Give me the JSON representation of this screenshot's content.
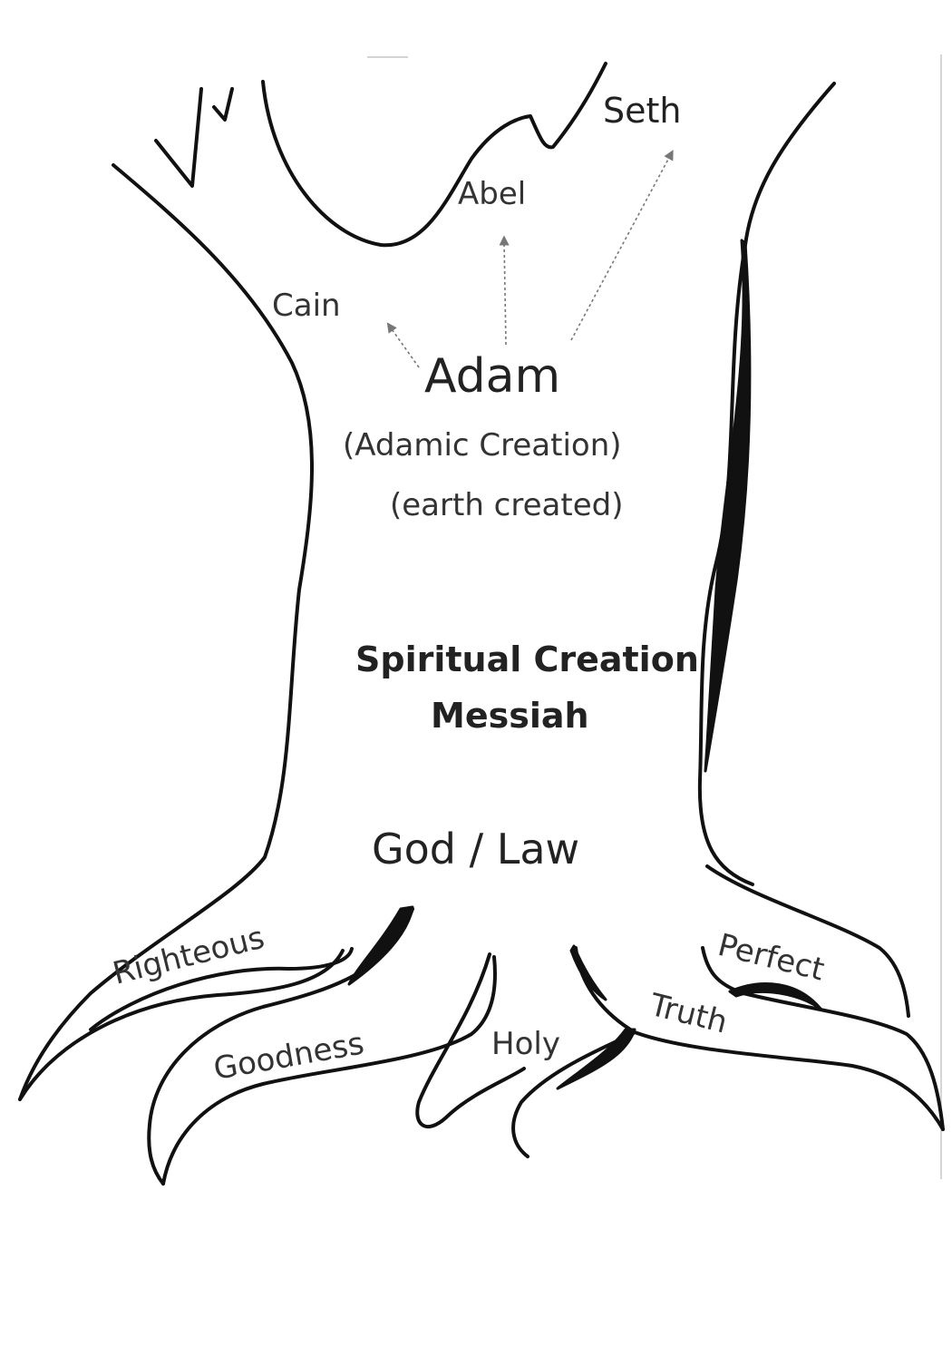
{
  "labels": {
    "seth": "Seth",
    "abel": "Abel",
    "cain": "Cain",
    "adam": "Adam",
    "adamic_creation": "(Adamic Creation)",
    "earth_created": "(earth created)",
    "spiritual_creation": "Spiritual Creation",
    "messiah": "Messiah",
    "god_law": "God / Law",
    "righteous": "Righteous",
    "goodness": "Goodness",
    "holy": "Holy",
    "truth": "Truth",
    "perfect": "Perfect"
  }
}
